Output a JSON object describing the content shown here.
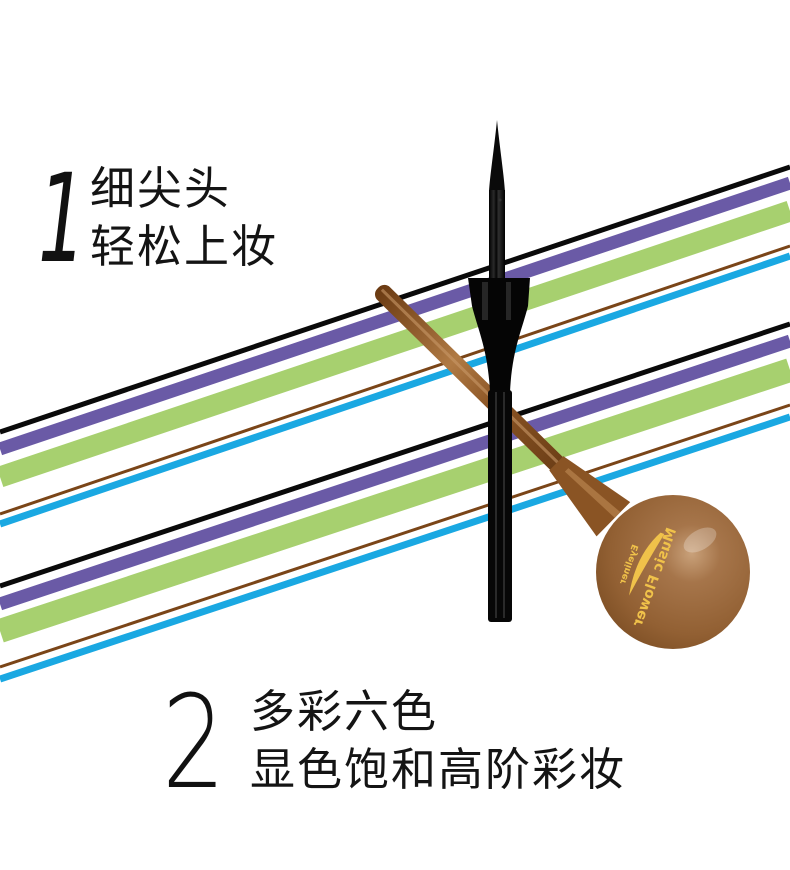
{
  "background_color": "#ffffff",
  "features": [
    {
      "number": "1",
      "lines": [
        "细尖头",
        "轻松上妆"
      ]
    },
    {
      "number": "2",
      "lines": [
        "多彩六色",
        "显色饱和高阶彩妆"
      ]
    }
  ],
  "stripes": {
    "angle_deg": -18.5,
    "colors": {
      "black": "#0a0a0a",
      "purple": "#6a5aa6",
      "green": "#a7d06f",
      "brown": "#7a4518",
      "blue": "#1aa8e2"
    }
  },
  "product": {
    "pen_color": "#050505",
    "wand_color": "#8a5424",
    "ball_color": "#9b6a3b",
    "logo_text": "Music Flower",
    "logo_subtext": "Eyeliner",
    "logo_accent_color": "#f0c24a"
  }
}
